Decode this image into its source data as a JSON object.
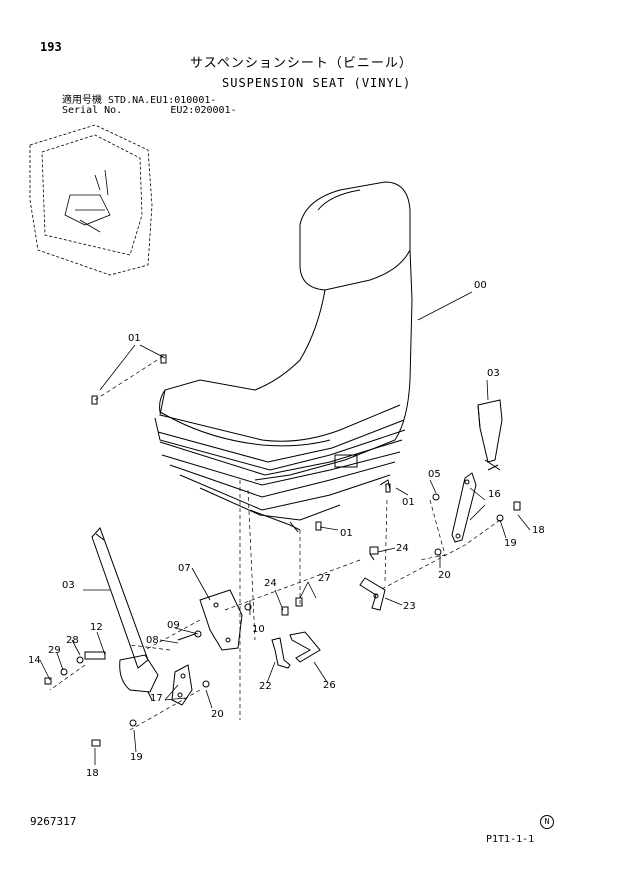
{
  "header": {
    "page_number": "193",
    "title_jp": "サスペンションシート（ビニール）",
    "title_en": "SUSPENSION SEAT (VINYL)",
    "serial_line1": "適用号機 STD.NA.EU1:010001-",
    "serial_line2": "Serial No.        EU2:020001-"
  },
  "callouts": {
    "c00": "00",
    "c01a": "01",
    "c01b": "01",
    "c01c": "01",
    "c03a": "03",
    "c03b": "03",
    "c05": "05",
    "c07": "07",
    "c08": "08",
    "c09": "09",
    "c10": "10",
    "c12": "12",
    "c14": "14",
    "c16": "16",
    "c17": "17",
    "c18a": "18",
    "c18b": "18",
    "c19a": "19",
    "c19b": "19",
    "c20a": "20",
    "c20b": "20",
    "c22": "22",
    "c23": "23",
    "c24a": "24",
    "c24b": "24",
    "c26": "26",
    "c27": "27",
    "c28": "28",
    "c29": "29"
  },
  "footer": {
    "doc_number": "9267317",
    "page_ref": "P1T1-1-1",
    "mark": "N"
  }
}
